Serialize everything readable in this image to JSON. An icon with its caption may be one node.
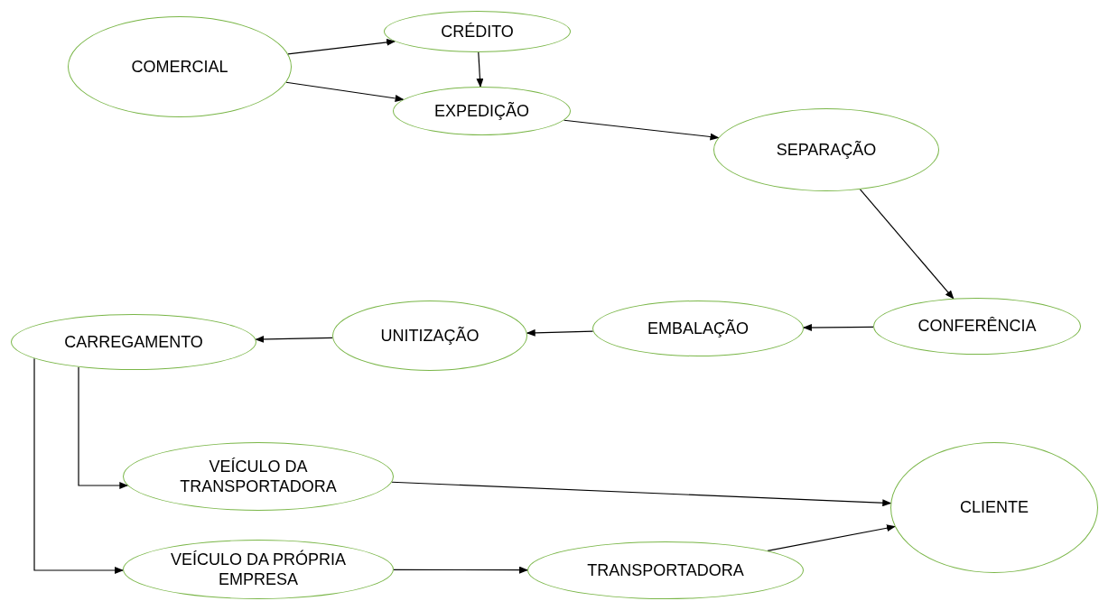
{
  "diagram": {
    "nodes": [
      {
        "text": [
          "COMERCIAL"
        ]
      },
      {
        "text": [
          "CRÉDITO"
        ]
      },
      {
        "text": [
          "EXPEDIÇÃO"
        ]
      },
      {
        "text": [
          "SEPARAÇÃO"
        ]
      },
      {
        "text": [
          "CONFERÊNCIA"
        ]
      },
      {
        "text": [
          "EMBALAÇÃO"
        ]
      },
      {
        "text": [
          "UNITIZAÇÃO"
        ]
      },
      {
        "text": [
          "CARREGAMENTO"
        ]
      },
      {
        "text": [
          "VEÍCULO DA TRANSPORTADORA"
        ]
      },
      {
        "text": [
          "CLIENTE"
        ]
      },
      {
        "text": [
          "VEÍCULO DA PRÓPRIA EMPRESA"
        ]
      },
      {
        "text": [
          "TRANSPORTADORA"
        ]
      }
    ],
    "edges": [
      {
        "from": 0,
        "to": 1,
        "arrow": "to"
      },
      {
        "from": 0,
        "to": 2,
        "arrow": "to"
      },
      {
        "from": 1,
        "to": 2,
        "arrow": "to"
      },
      {
        "from": 2,
        "to": 3,
        "arrow": "to"
      },
      {
        "from": 3,
        "to": 4,
        "arrow": "to"
      },
      {
        "from": 4,
        "to": 5,
        "arrow": "to"
      },
      {
        "from": 5,
        "to": 6,
        "arrow": "to"
      },
      {
        "from": 6,
        "to": 7,
        "arrow": "to"
      },
      {
        "from": 7,
        "to": 8,
        "arrow": "to"
      },
      {
        "from": 7,
        "to": 10,
        "arrow": "to"
      },
      {
        "from": 8,
        "to": 9,
        "arrow": "to"
      },
      {
        "from": 10,
        "to": 11,
        "arrow": "to"
      },
      {
        "from": 11,
        "to": 9,
        "arrow": "to"
      }
    ]
  }
}
